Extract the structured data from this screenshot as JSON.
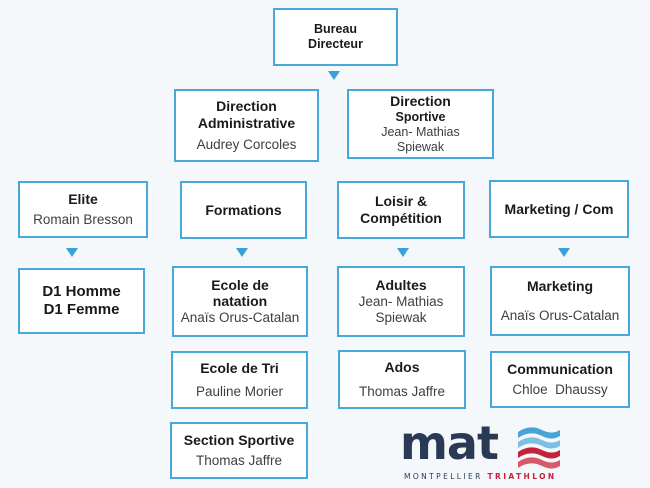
{
  "bureau": {
    "title1": "Bureau",
    "title2": "Directeur"
  },
  "dir_admin": {
    "title1": "Direction",
    "title2": "Administrative",
    "person": "Audrey Corcoles"
  },
  "dir_sportive": {
    "title1": "Direction",
    "title2": "Sportive",
    "person1": "Jean- Mathias",
    "person2": "Spiewak"
  },
  "elite": {
    "title": "Elite",
    "person": "Romain Bresson"
  },
  "formations": {
    "title": "Formations"
  },
  "loisir": {
    "title1": "Loisir &",
    "title2": "Compétition"
  },
  "marketing_com": {
    "title": "Marketing / Com"
  },
  "d1": {
    "line1": "D1 Homme",
    "line2": "D1 Femme"
  },
  "ecole_natation": {
    "title1": "Ecole de",
    "title2": "natation",
    "person": "Anaïs Orus-Catalan"
  },
  "adultes": {
    "title": "Adultes",
    "person1": "Jean- Mathias",
    "person2": "Spiewak"
  },
  "marketing": {
    "title": "Marketing",
    "person": "Anaïs Orus-Catalan"
  },
  "ecole_tri": {
    "title": "Ecole de Tri",
    "person": "Pauline Morier"
  },
  "ados": {
    "title": "Ados",
    "person": "Thomas Jaffre"
  },
  "communication": {
    "title": "Communication",
    "person": "Chloe  Dhaussy"
  },
  "section_sportive": {
    "title": "Section Sportive",
    "person": "Thomas Jaffre"
  },
  "logo": {
    "word": "mat",
    "sub_plain": "MONTPELLIER ",
    "sub_accent": "TRIATHLON"
  },
  "colors": {
    "border": "#47a9d9",
    "arrow": "#3aa0d8",
    "logo_dark": "#2a3a55",
    "logo_red": "#c0243a"
  }
}
